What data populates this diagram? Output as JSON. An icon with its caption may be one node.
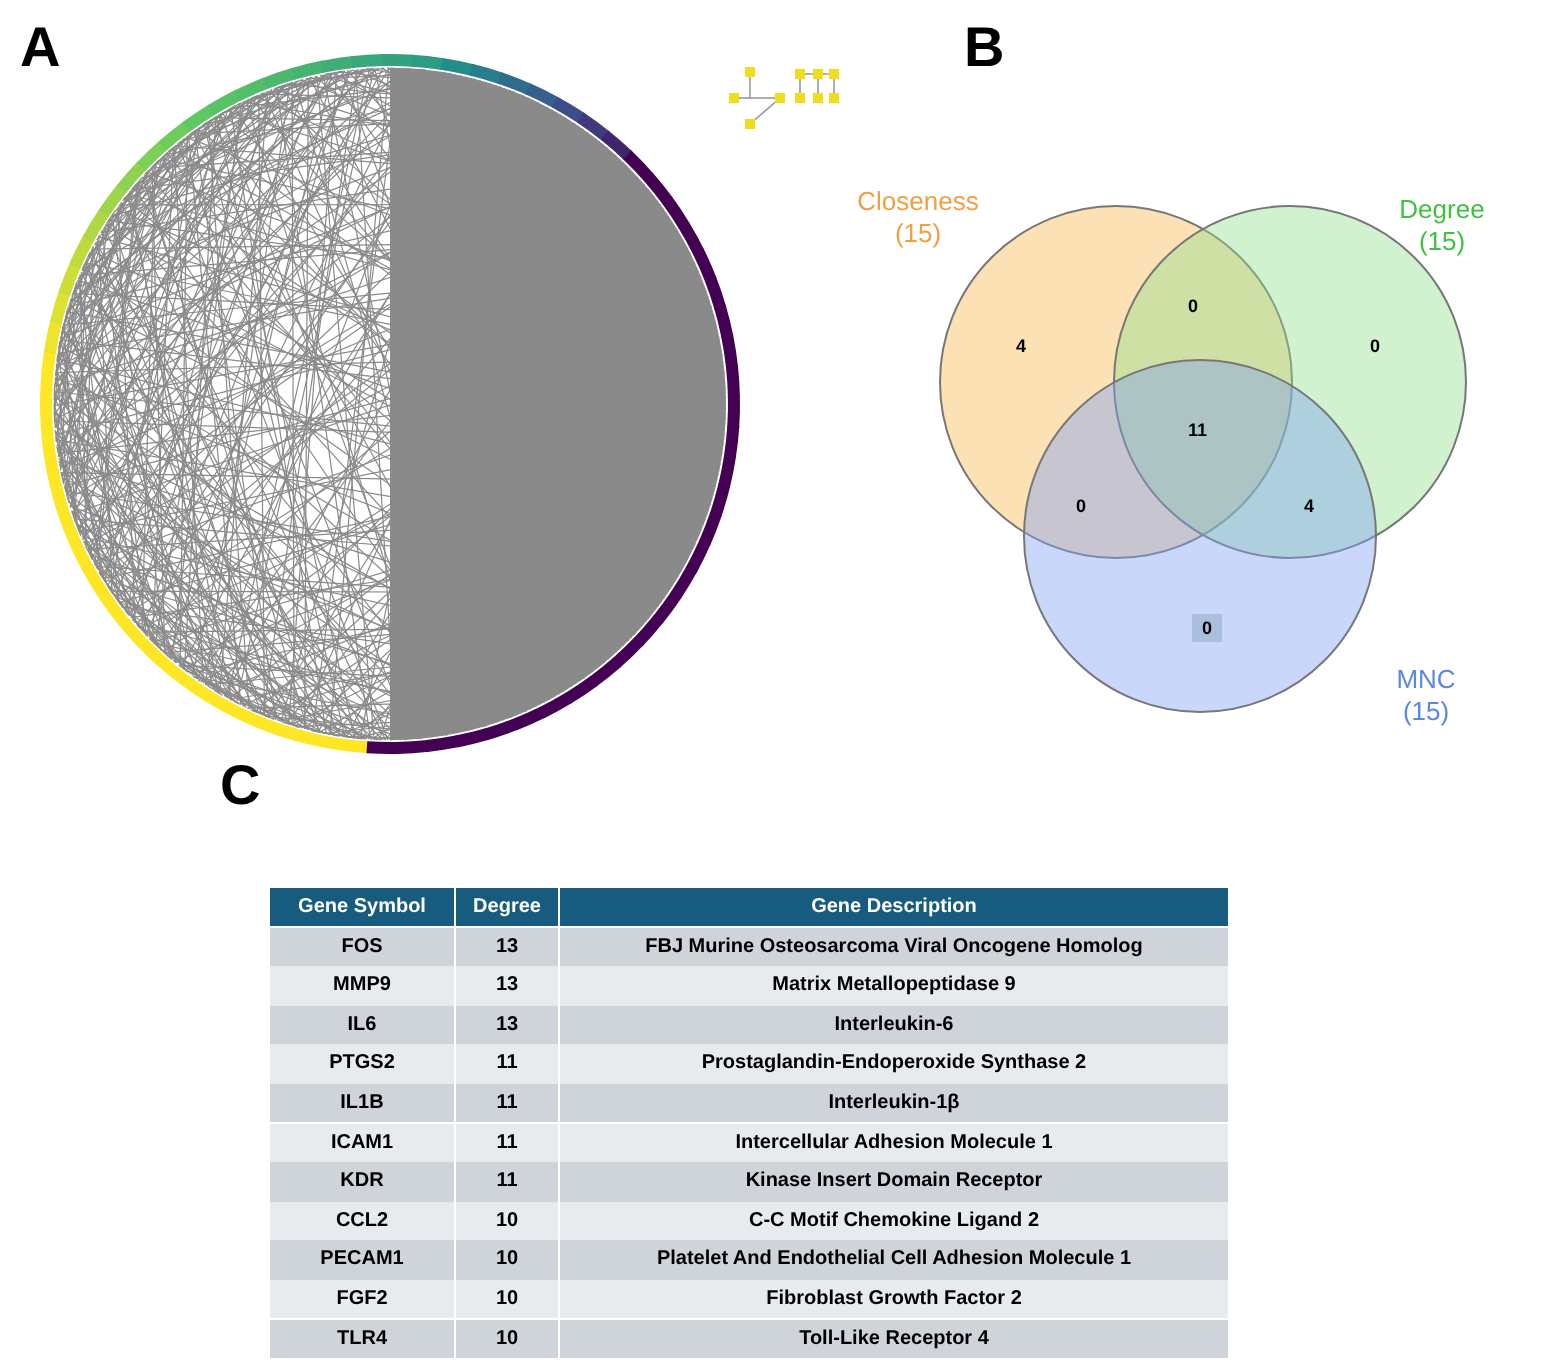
{
  "diagram": {
    "nodes": [
      {
        "text": [
          "Closeness (15)"
        ]
      },
      {
        "text": [
          "Degree (15)"
        ]
      },
      {
        "text": [
          "MNC (15)"
        ]
      }
    ],
    "edges": [],
    "labels": [
      "A",
      "B",
      "4",
      "0",
      "0",
      "11",
      "0",
      "4",
      "0",
      "C",
      "Gene Symbol",
      "Degree",
      "Gene Description",
      "FOS",
      "13",
      "FBJ Murine Osteosarcoma Viral Oncogene Homolog",
      "MMP9",
      "13",
      "Matrix Metallopeptidase 9",
      "IL6",
      "13",
      "Interleukin-6",
      "PTGS2",
      "11",
      "Prostaglandin-Endoperoxide Synthase 2",
      "IL1B",
      "11",
      "Interleukin-1β",
      "ICAM1",
      "11",
      "Intercellular Adhesion Molecule 1",
      "KDR",
      "11",
      "Kinase Insert Domain Receptor",
      "CCL2",
      "10",
      "C-C Motif Chemokine Ligand 2",
      "PECAM1",
      "10",
      "Platelet And Endothelial Cell Adhesion Molecule 1",
      "FGF2",
      "10",
      "Fibroblast Growth Factor 2",
      "TLR4",
      "10",
      "Toll-Like Receptor 4"
    ]
  }
}
